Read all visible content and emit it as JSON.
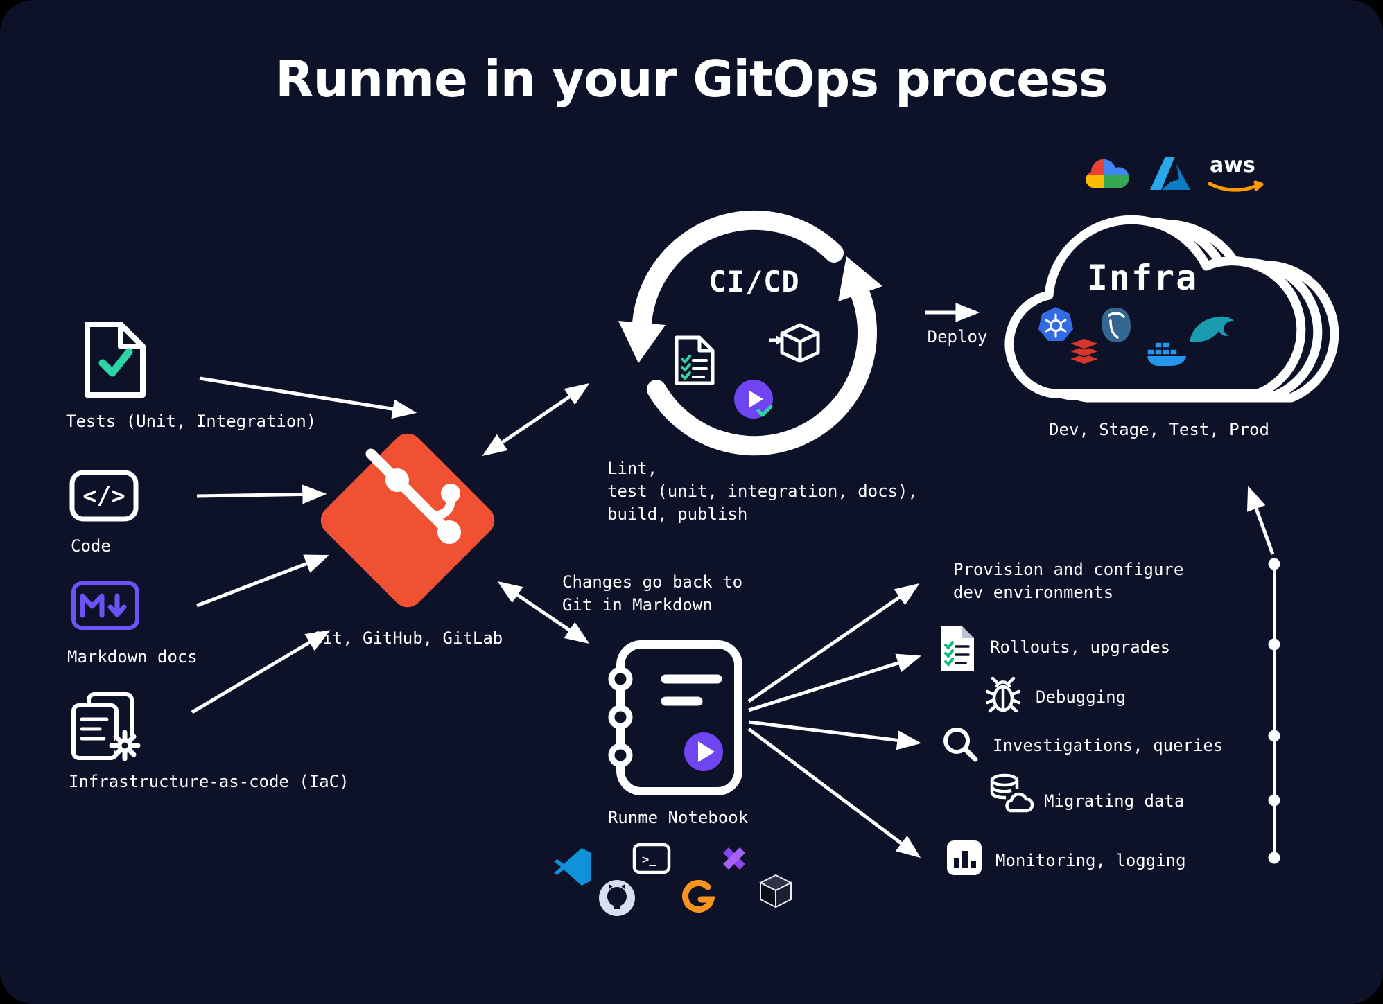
{
  "title": "Runme in your GitOps process",
  "inputs": [
    {
      "label": "Tests (Unit, Integration)",
      "icon": "test-document"
    },
    {
      "label": "Code",
      "icon": "code-brackets"
    },
    {
      "label": "Markdown docs",
      "icon": "markdown"
    },
    {
      "label": "Infrastructure-as-code (IaC)",
      "icon": "documents-gear"
    }
  ],
  "git": {
    "caption": "Git, GitHub, GitLab",
    "icon": "git-logo"
  },
  "cicd": {
    "title": "CI/CD",
    "tasks": "Lint,\ntest (unit, integration, docs),\nbuild, publish",
    "icons": [
      "checklist-document",
      "publish-package",
      "play-check"
    ]
  },
  "deploy": {
    "label": "Deploy"
  },
  "infra": {
    "title": "Infra",
    "caption": "Dev, Stage, Test, Prod",
    "aws_label": "aws",
    "providers": [
      "google-cloud",
      "azure",
      "aws"
    ],
    "stack": [
      "kubernetes",
      "postgresql",
      "redis",
      "docker",
      "mysql"
    ]
  },
  "notebook": {
    "caption": "Runme Notebook",
    "note": "Changes go back to\nGit in Markdown",
    "clients": [
      "vscode",
      "github-octocat",
      "terminal-prompt",
      "orange-g-logo",
      "purple-x-logo",
      "cube-logo"
    ]
  },
  "operations": [
    {
      "label": "Provision and configure\ndev environments",
      "icon": null
    },
    {
      "label": "Rollouts, upgrades",
      "icon": "checklist-document"
    },
    {
      "label": "Debugging",
      "icon": "bug"
    },
    {
      "label": "Investigations, queries",
      "icon": "magnifier"
    },
    {
      "label": "Migrating data",
      "icon": "database-cloud"
    },
    {
      "label": "Monitoring, logging",
      "icon": "bar-chart"
    }
  ],
  "icons": {
    "code_glyph": "</>",
    "terminal_glyph": ">_"
  },
  "colors": {
    "background": "#0d1229",
    "git_orange": "#f05133",
    "runme_purple": "#6e45f0",
    "markdown_purple": "#6d52f4",
    "check_teal": "#2dd4a4",
    "aws_orange": "#ff9900",
    "kubernetes_blue": "#326ce5",
    "docker_blue": "#2496ed",
    "redis_red": "#d8362a",
    "postgres_blue": "#336791",
    "vscode_blue": "#1092d8",
    "white": "#ffffff"
  }
}
